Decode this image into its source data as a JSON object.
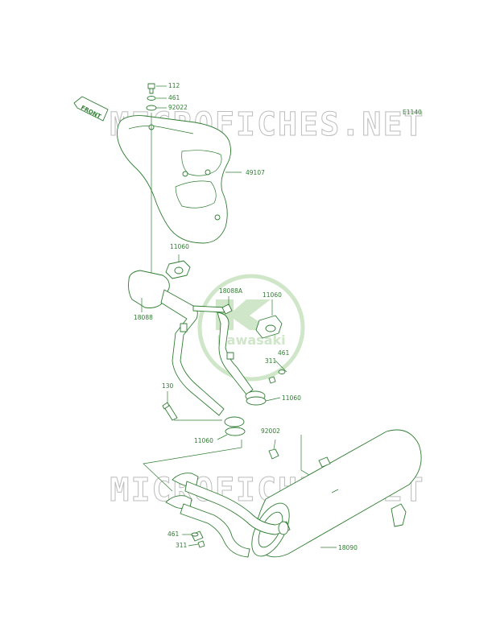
{
  "diagram": {
    "code": "E1140",
    "watermark": "MICROFICHES.NET",
    "logo_text": "Kawasaki",
    "front_arrow": "FRONT",
    "parts": [
      {
        "id": "p112",
        "number": "112"
      },
      {
        "id": "p461a",
        "number": "461"
      },
      {
        "id": "p92022",
        "number": "92022"
      },
      {
        "id": "p49107",
        "number": "49107"
      },
      {
        "id": "p11060a",
        "number": "11060"
      },
      {
        "id": "p18088",
        "number": "18088"
      },
      {
        "id": "p18088A",
        "number": "18088A"
      },
      {
        "id": "p11060b",
        "number": "11060"
      },
      {
        "id": "p461b",
        "number": "461"
      },
      {
        "id": "p311a",
        "number": "311"
      },
      {
        "id": "p11060c",
        "number": "11060"
      },
      {
        "id": "p130",
        "number": "130"
      },
      {
        "id": "p11060d",
        "number": "11060"
      },
      {
        "id": "p92002",
        "number": "92002"
      },
      {
        "id": "p461c",
        "number": "461"
      },
      {
        "id": "p311b",
        "number": "311"
      },
      {
        "id": "p18090",
        "number": "18090"
      }
    ]
  }
}
